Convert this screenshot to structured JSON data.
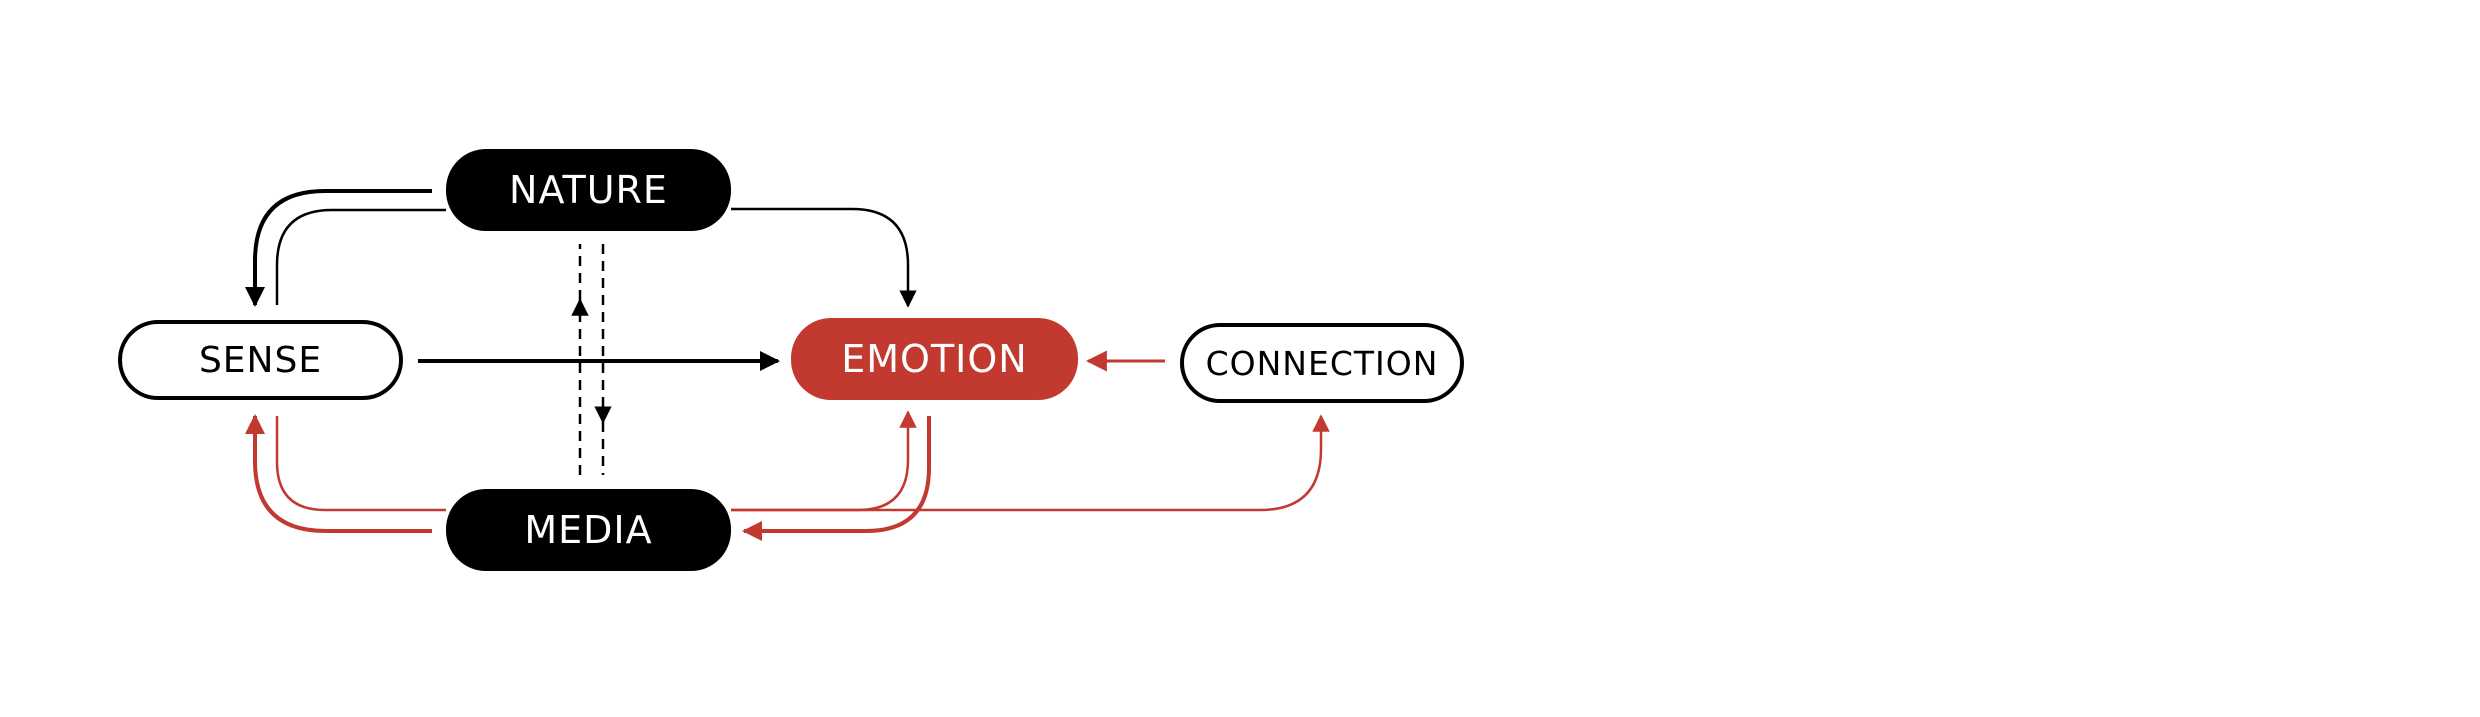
{
  "nodes": {
    "nature": "NATURE",
    "sense": "SENSE",
    "emotion": "EMOTION",
    "connection": "CONNECTION",
    "media": "MEDIA"
  },
  "colors": {
    "dark": "#000000",
    "accent": "#c1392f",
    "background": "#ffffff"
  }
}
